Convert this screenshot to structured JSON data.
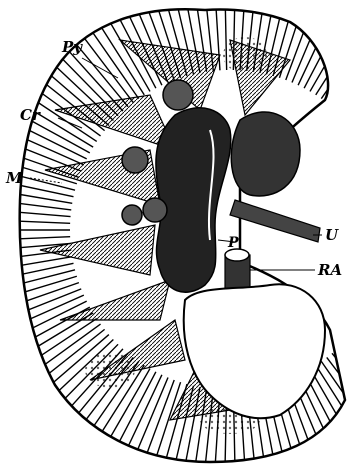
{
  "labels": {
    "py": "Py",
    "cr": "Cr",
    "m": "M",
    "p": "P",
    "u": "U",
    "ra": "RA"
  },
  "colors": {
    "ink": "#000000",
    "paper": "#ffffff",
    "shade": "#222222"
  }
}
